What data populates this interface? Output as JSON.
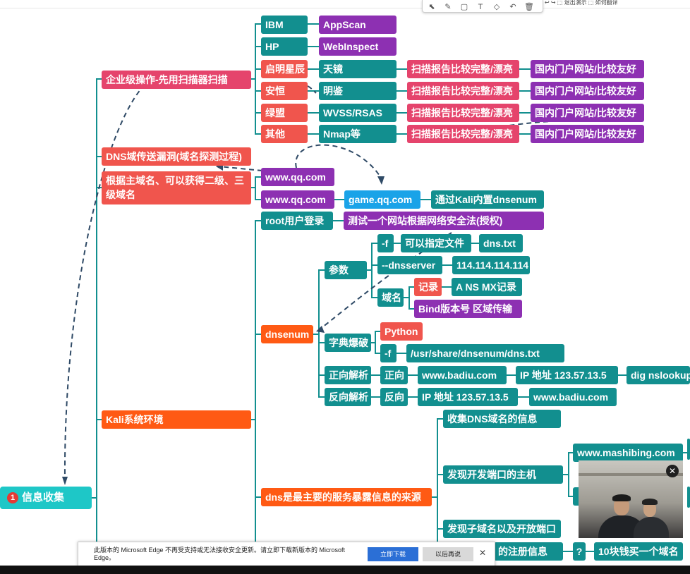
{
  "root": {
    "number": "1",
    "label": "信息收集"
  },
  "level1": {
    "enterprise": "企业级操作-先用扫描器扫描",
    "dns_transfer": "DNS域传送漏洞(域名探测过程)",
    "subdomain": "根据主域名、可以获得二级、三级域名",
    "kali": "Kali系统环境"
  },
  "vendors": [
    {
      "vendor": "IBM",
      "product": "AppScan",
      "report": "",
      "suited": ""
    },
    {
      "vendor": "HP",
      "product": "WebInspect",
      "report": "",
      "suited": ""
    },
    {
      "vendor": "启明星辰",
      "product": "天镜",
      "report": "扫描报告比较完整/漂亮",
      "suited": "国内门户网站/比较友好"
    },
    {
      "vendor": "安恒",
      "product": "明鉴",
      "report": "扫描报告比较完整/漂亮",
      "suited": "国内门户网站/比较友好"
    },
    {
      "vendor": "绿盟",
      "product": "WVSS/RSAS",
      "report": "扫描报告比较完整/漂亮",
      "suited": "国内门户网站/比较友好"
    },
    {
      "vendor": "其他",
      "product": "Nmap等",
      "report": "扫描报告比较完整/漂亮",
      "suited": "国内门户网站/比较友好"
    }
  ],
  "domains": {
    "qq1": "www.qq.com",
    "qq2": "www.qq.com",
    "game": "game.qq.com",
    "dnsenum_note": "通过Kali内置dnsenum"
  },
  "kali_branch": {
    "root_login": "root用户登录",
    "root_note": "测试一个网站根据网络安全法(授权)",
    "dnsenum": "dnsenum",
    "params": "参数",
    "f_flag": "-f",
    "f_desc": "可以指定文件",
    "dns_txt": "dns.txt",
    "dnsserver": "--dnsserver",
    "dnsserver_ip": "114.114.114.114",
    "domain_name": "域名",
    "record": "记录",
    "record_types": "A NS MX记录",
    "bind": "Bind版本号  区域传输",
    "dict": "字典爆破",
    "python": "Python",
    "dict_f": "-f",
    "dict_path": "/usr/share/dnsenum/dns.txt",
    "forward": "正向解析",
    "forward_short": "正向",
    "forward_domain": "www.badiu.com",
    "forward_ip": "IP 地址  123.57.13.5",
    "forward_tool": "dig nslookup",
    "reverse": "反向解析",
    "reverse_short": "反向",
    "reverse_ip": "IP 地址  123.57.13.5",
    "reverse_domain": "www.badiu.com"
  },
  "dns_branch": {
    "main": "dns是最主要的服务暴露信息的来源",
    "collect": "收集DNS域名的信息",
    "open_ports": "发现开发端口的主机",
    "mashibing": "www.mashibing.com",
    "subdomain_ports": "发现子域名以及开放端口",
    "register": "的注册信息",
    "question": "?",
    "buy": "10块钱买一个域名"
  },
  "edge_banner": {
    "message": "此版本的 Microsoft Edge 不再受支持或无法接收安全更新。请立即下载新版本的 Microsoft Edge。",
    "download": "立即下载",
    "later": "以后再说",
    "close": "✕"
  },
  "toolbar": {
    "icons": [
      "cursor-icon",
      "pen-icon",
      "rect-icon",
      "text-icon",
      "eraser-icon",
      "undo-icon",
      "trash-icon"
    ]
  },
  "topright": {
    "text": "↩  ↪   ⬚ 退出演示   ⬚ 如何翻译"
  }
}
